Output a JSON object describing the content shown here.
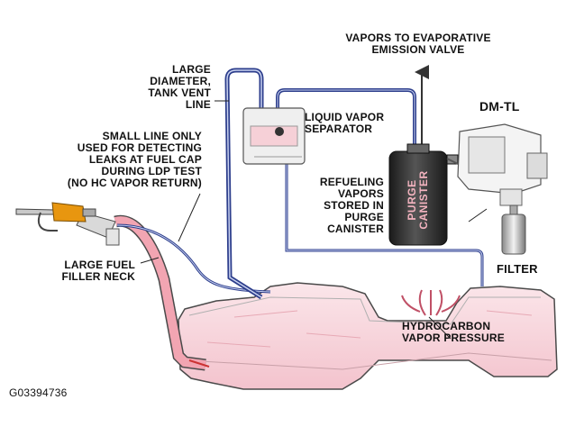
{
  "labels": {
    "vapors_line1": "VAPORS TO EVAPORATIVE",
    "vapors_line2": "EMISSION VALVE",
    "dmtl": "DM-TL",
    "vent_line1": "LARGE",
    "vent_line2": "DIAMETER,",
    "vent_line3": "TANK VENT",
    "vent_line4": "LINE",
    "lvs_line1": "LIQUID VAPOR",
    "lvs_line2": "SEPARATOR",
    "small_line1": "SMALL LINE ONLY",
    "small_line2": "USED FOR DETECTING",
    "small_line3": "LEAKS AT FUEL CAP",
    "small_line4": "DURING LDP TEST",
    "small_line5": "(NO HC VAPOR RETURN)",
    "refuel_line1": "REFUELING",
    "refuel_line2": "VAPORS",
    "refuel_line3": "STORED IN",
    "refuel_line4": "PURGE",
    "refuel_line5": "CANISTER",
    "canister_line1": "PURGE",
    "canister_line2": "CANISTER",
    "filler_line1": "LARGE FUEL",
    "filler_line2": "FILLER NECK",
    "filter": "FILTER",
    "hc_line1": "HYDROCARBON",
    "hc_line2": "VAPOR PRESSURE",
    "figure_id": "G03394736"
  },
  "colors": {
    "tank_fill": "#f6d5dc",
    "tank_stroke": "#4a4a4a",
    "vent_line": "#2d3e8c",
    "canister": "#2b2b2b",
    "fuel_nozzle": "#e8960f",
    "filler_neck": "#f2a5b2"
  },
  "icons": {
    "nozzle": "fuel-nozzle-icon",
    "canister": "purge-canister-icon",
    "pump": "dmtl-pump-icon",
    "filter": "filter-icon",
    "tank": "fuel-tank-icon",
    "separator": "liquid-vapor-separator-icon"
  }
}
